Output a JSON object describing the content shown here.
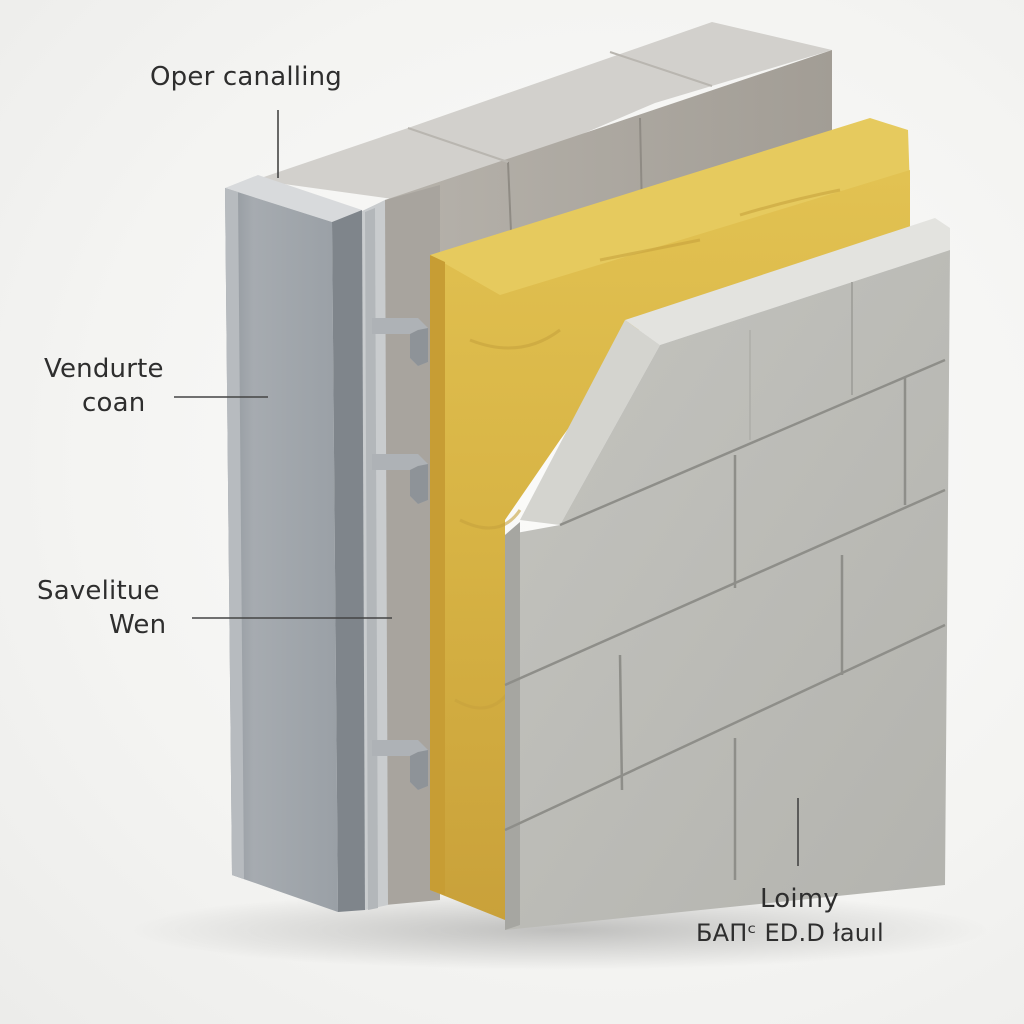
{
  "labels": {
    "top": "Oper canalling",
    "left_mid": [
      "Vendurte",
      "coan"
    ],
    "left_low": [
      "Savelitue",
      "Wen"
    ],
    "bottom_right": [
      "Loimy",
      "БАПᶜ ED.D łauıl"
    ]
  },
  "colors": {
    "exterior_board": "#9ea3a8",
    "clip": "#a9aeb2",
    "back_block": "#a8a49d",
    "insulation": "#d9b748",
    "brick": "#bdbdb8",
    "leader_line": "#444444",
    "text": "#2e2e2e"
  },
  "parts": [
    {
      "name": "exterior-board"
    },
    {
      "name": "vertical-rail"
    },
    {
      "name": "fixing-clips",
      "count": 3
    },
    {
      "name": "back-masonry-block"
    },
    {
      "name": "mineral-wool-insulation"
    },
    {
      "name": "brick-veneer"
    }
  ]
}
